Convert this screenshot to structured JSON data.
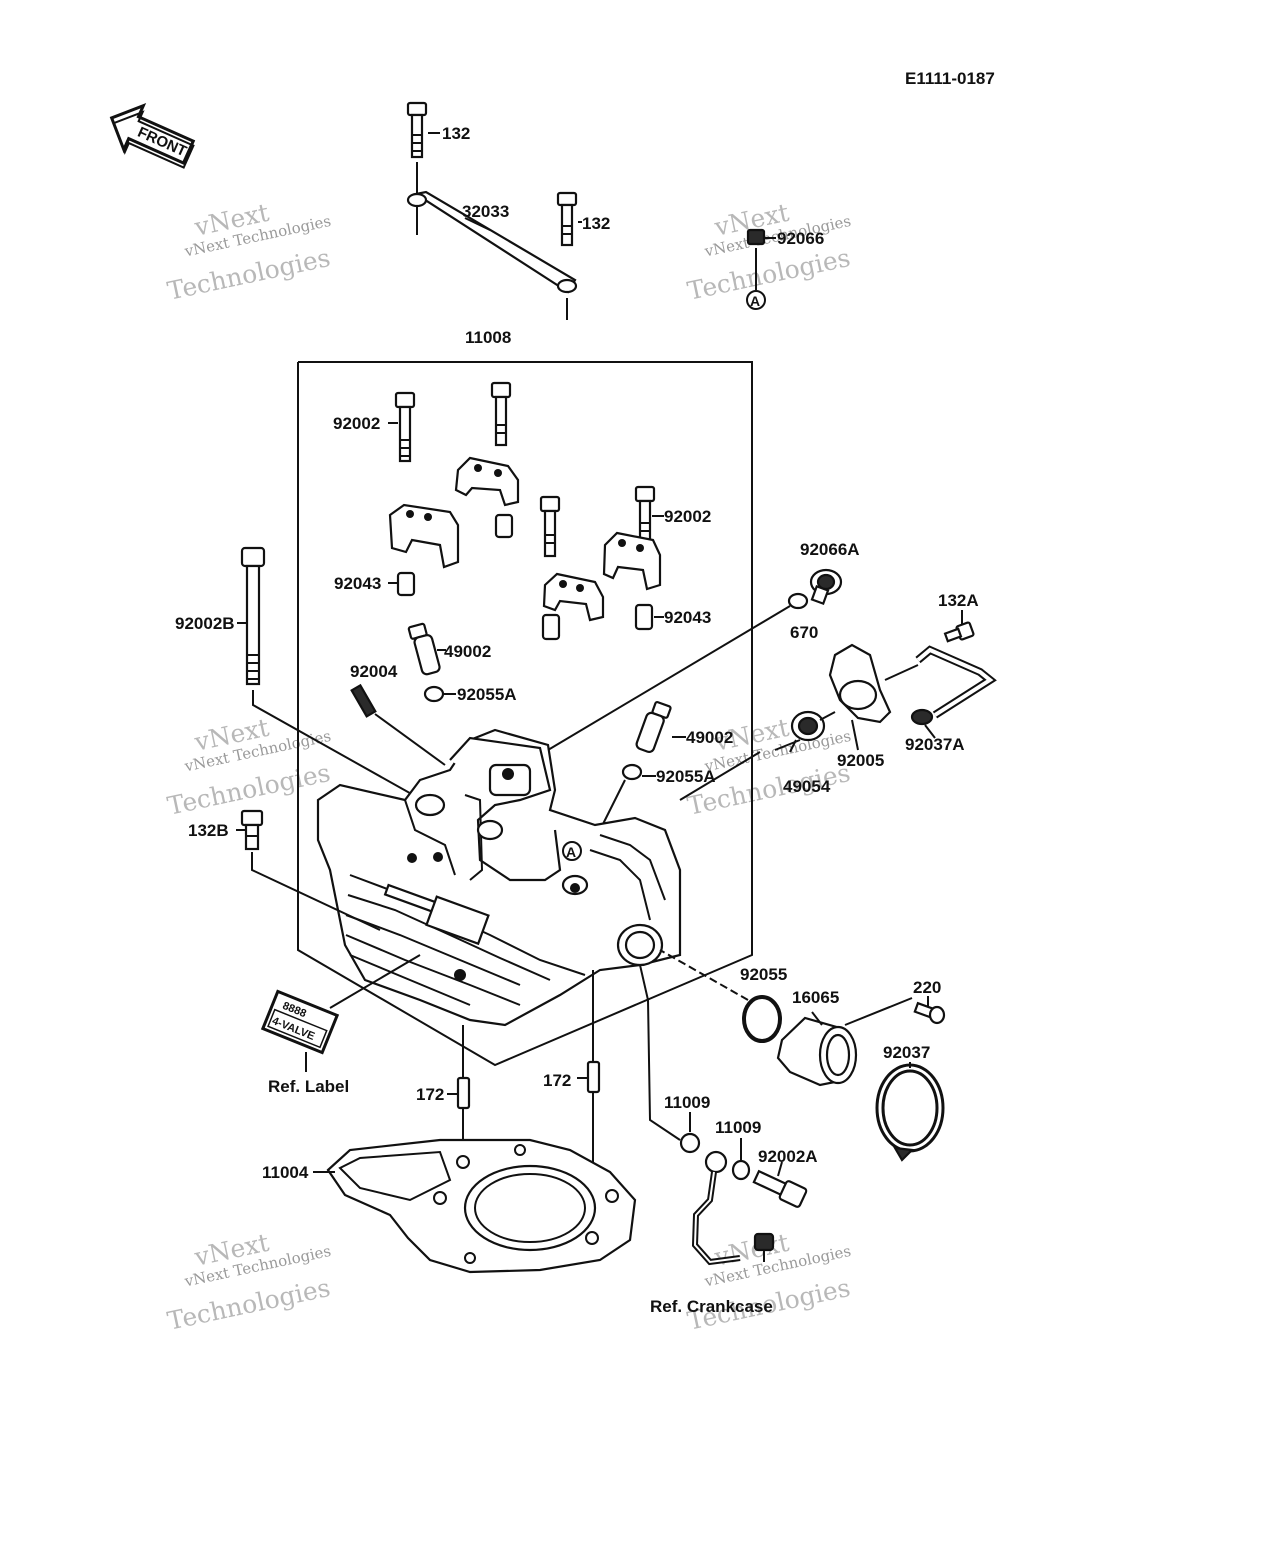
{
  "diagram_code": "E1111-0187",
  "front_arrow": "FRONT",
  "callouts": {
    "c132_top": "132",
    "c32033": "32033",
    "c132_right": "132",
    "c92066": "92066",
    "c11008": "11008",
    "c92002_a": "92002",
    "c92002_b": "92002",
    "c92066A": "92066A",
    "c92043_a": "92043",
    "c92043_b": "92043",
    "c670": "670",
    "c132A": "132A",
    "c92002B": "92002B",
    "c49002_a": "49002",
    "c92004": "92004",
    "c92055A_a": "92055A",
    "c49002_b": "49002",
    "c92055A_b": "92055A",
    "c92005": "92005",
    "c92037A": "92037A",
    "c49054": "49054",
    "c132B": "132B",
    "c92055": "92055",
    "c16065": "16065",
    "c220": "220",
    "c92037": "92037",
    "c172_a": "172",
    "c172_b": "172",
    "c11009_a": "11009",
    "c11009_b": "11009",
    "c92002A": "92002A",
    "c11004": "11004",
    "ref_label": "Ref. Label",
    "ref_crankcase": "Ref. Crankcase"
  },
  "circled_marker": "A",
  "label_plate_lines": [
    "8888",
    "4-VALVE"
  ],
  "watermark": {
    "line1": "vNext",
    "line2": "vNext Technologies",
    "line3": "Technologies"
  }
}
